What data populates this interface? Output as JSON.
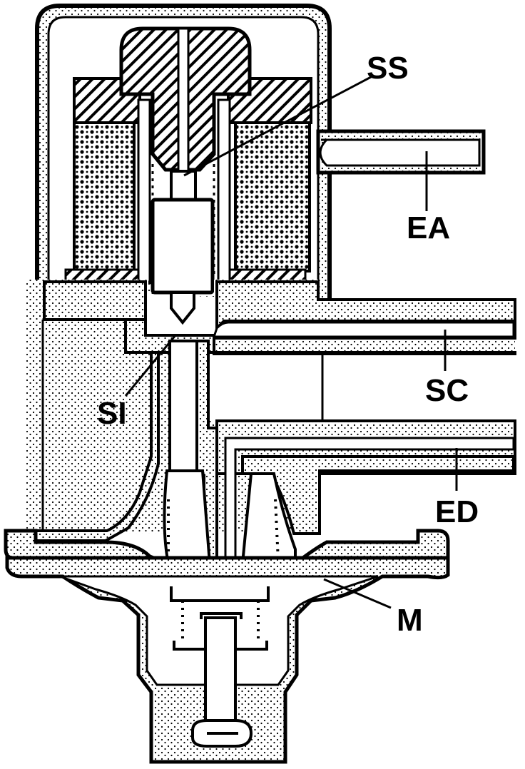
{
  "diagram": {
    "labels": {
      "ss": "SS",
      "ea": "EA",
      "sc": "SC",
      "si": "SI",
      "ed": "ED",
      "m": "M"
    }
  },
  "colors": {
    "ink": "#000000",
    "paper": "#ffffff"
  }
}
